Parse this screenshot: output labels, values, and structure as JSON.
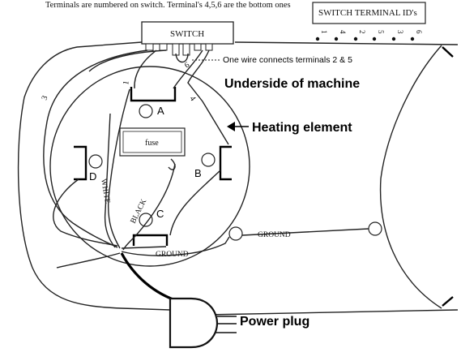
{
  "header": {
    "top_note": "Terminals are numbered on switch. Terminal's 4,5,6 are the bottom ones",
    "switch_label": "SWITCH",
    "terminal_id_box": {
      "title": "SWITCH TERMINAL ID's",
      "ids": [
        "1",
        "4",
        "2",
        "5",
        "3",
        "6"
      ]
    }
  },
  "annotations": {
    "wire_note": "One wire connects terminals 2 & 5",
    "underside": "Underside of machine",
    "heating_element": "Heating element",
    "power_plug": "Power plug"
  },
  "terminals": {
    "a": "A",
    "b": "B",
    "c": "C",
    "d": "D"
  },
  "fuse_label": "fuse",
  "wire_labels": {
    "w1": "1",
    "w3": "3",
    "w4": "4",
    "w6": "6",
    "white": "WHITE",
    "black": "BLACK",
    "ground1": "GROUND",
    "ground2": "GROUND"
  }
}
